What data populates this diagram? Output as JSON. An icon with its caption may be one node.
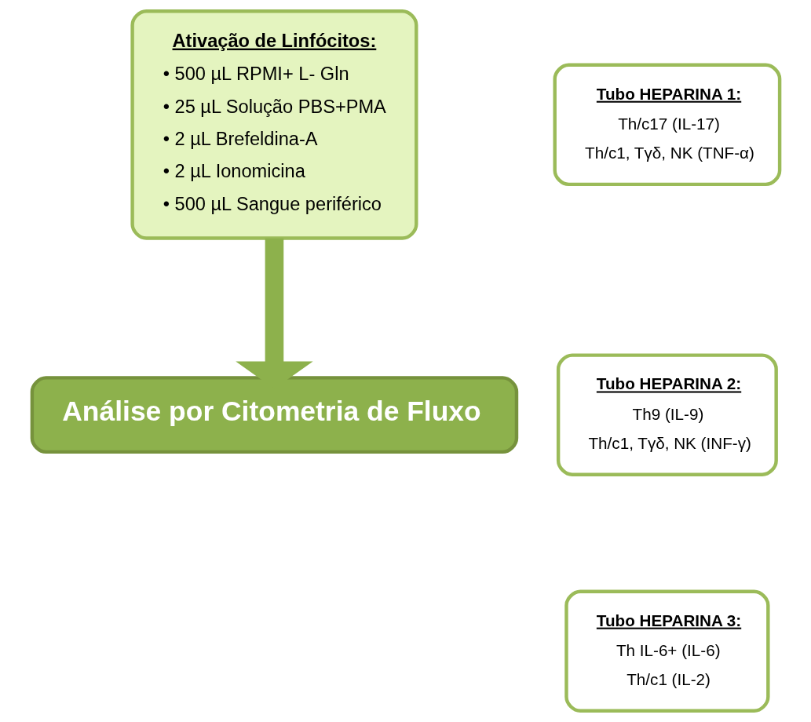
{
  "diagram": {
    "nodes": [
      {
        "text": [
          "Ativação de Linfócitos:",
          "• 500 µL RPMI+ L- Gln",
          "• 25 µL Solução PBS+PMA",
          "• 2 µL Brefeldina-A",
          "• 2 µL Ionomicina",
          "• 500 µL Sangue periférico"
        ]
      },
      {
        "text": [
          "Tubo HEPARINA 1:",
          "Th/c17 (IL-17)",
          "Th/c1, Tγδ, NK (TNF-α)"
        ]
      },
      {
        "text": [
          "Tubo HEPARINA 2:",
          "Th9 (IL-9)",
          "Th/c1, Tγδ, NK (INF-γ)"
        ]
      },
      {
        "text": [
          "Tubo HEPARINA 3:",
          "Th IL-6+ (IL-6)",
          "Th/c1 (IL-2)"
        ]
      },
      {
        "text": [
          "Análise por Citometria de Fluxo"
        ]
      }
    ],
    "edges": [
      {
        "from": 0,
        "to": 4,
        "arrow": "to"
      }
    ]
  }
}
